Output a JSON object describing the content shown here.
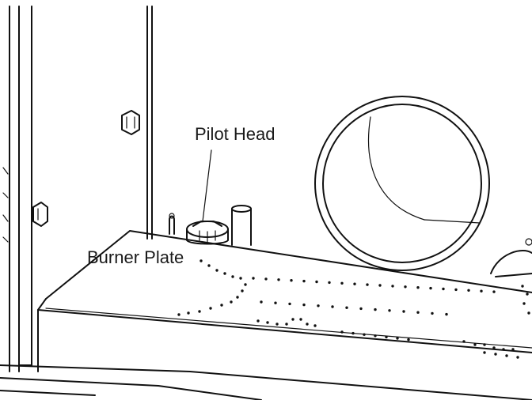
{
  "diagram": {
    "callouts": [
      {
        "id": "pilot-head",
        "label": "Pilot Head"
      },
      {
        "id": "burner-plate",
        "label": "Burner Plate"
      }
    ],
    "colors": {
      "line": "#111111",
      "background": "#ffffff"
    }
  }
}
